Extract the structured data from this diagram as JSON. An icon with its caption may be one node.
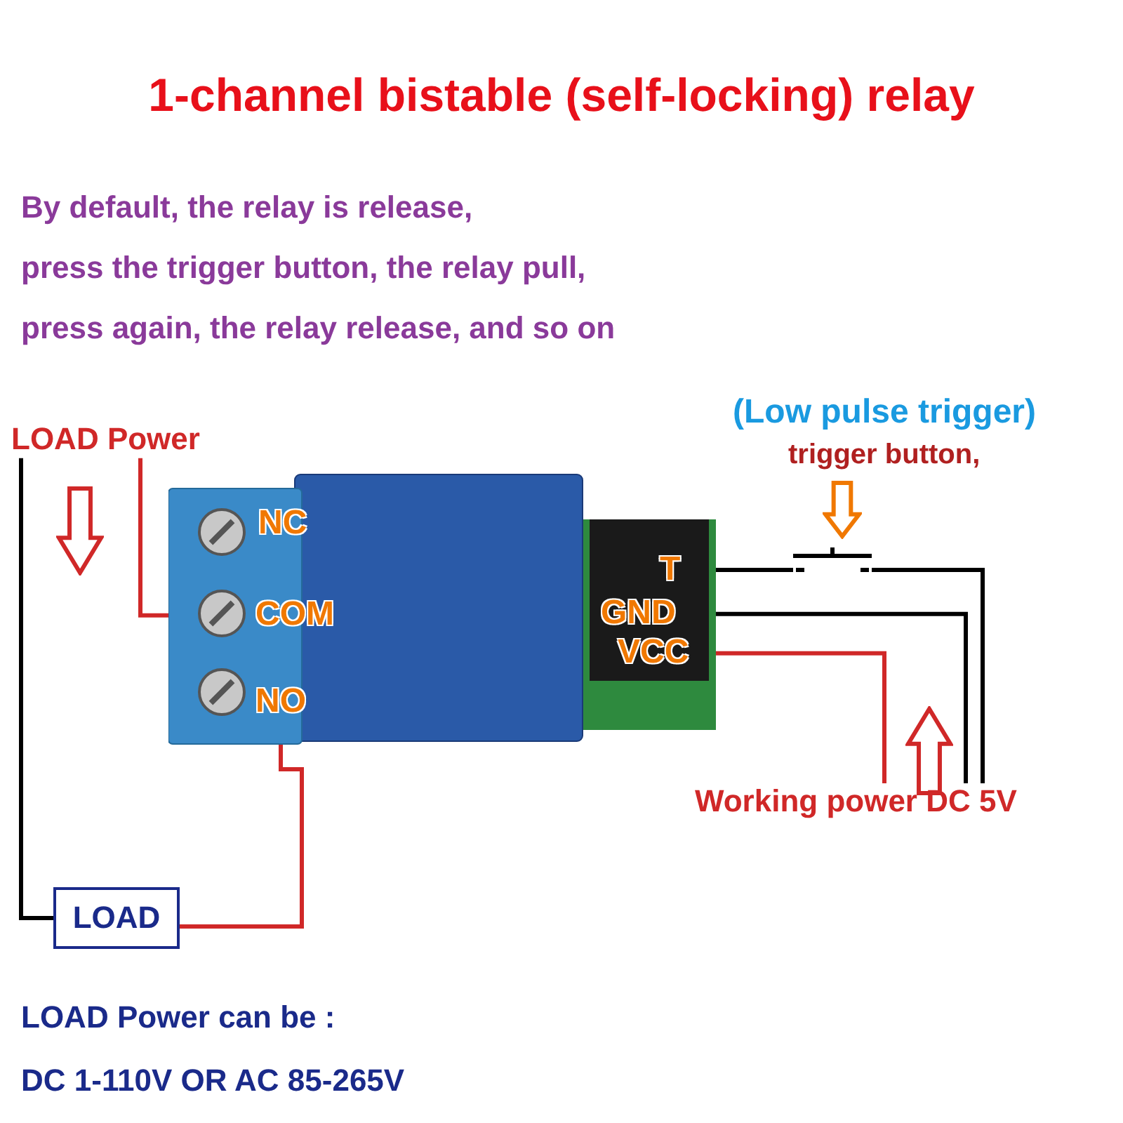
{
  "diagram": {
    "title": "1-channel bistable (self-locking) relay",
    "nodes": [
      {
        "text": [],
        "shape": "picture"
      },
      {
        "text": [
          "NC"
        ],
        "in": 0
      },
      {
        "text": [
          "COM"
        ],
        "in": 0
      },
      {
        "text": [
          "NO"
        ],
        "in": 0
      },
      {
        "text": [
          "T"
        ],
        "in": 0
      },
      {
        "text": [
          "GND"
        ],
        "in": 0
      },
      {
        "text": [
          "VCC"
        ],
        "in": 0
      },
      {
        "text": [
          "LOAD Power"
        ]
      },
      {
        "text": [
          "LOAD"
        ]
      },
      {
        "text": [],
        "shape": "picture",
        "beside": [
          "(Low pulse trigger)",
          "trigger button,"
        ]
      },
      {
        "text": [
          "Working power DC 5V"
        ]
      }
    ],
    "edges": [
      {
        "from": 7,
        "to": 8,
        "arrow": "none"
      },
      {
        "from": 7,
        "to": 2,
        "arrow": "none",
        "color": "#d02828"
      },
      {
        "from": 3,
        "to": 8,
        "arrow": "none",
        "color": "#d02828"
      },
      {
        "from": 4,
        "to": 9,
        "arrow": "none"
      },
      {
        "from": 9,
        "to": 10,
        "arrow": "none"
      },
      {
        "from": 5,
        "to": 10,
        "arrow": "none"
      },
      {
        "from": 6,
        "to": 10,
        "arrow": "none",
        "color": "#d02828"
      }
    ],
    "labels": [
      "By default, the relay is release,",
      "press the trigger button, the relay pull,",
      "press again, the relay release, and so on",
      "LOAD Power can be :",
      "DC 1-110V OR AC 85-265V"
    ]
  }
}
